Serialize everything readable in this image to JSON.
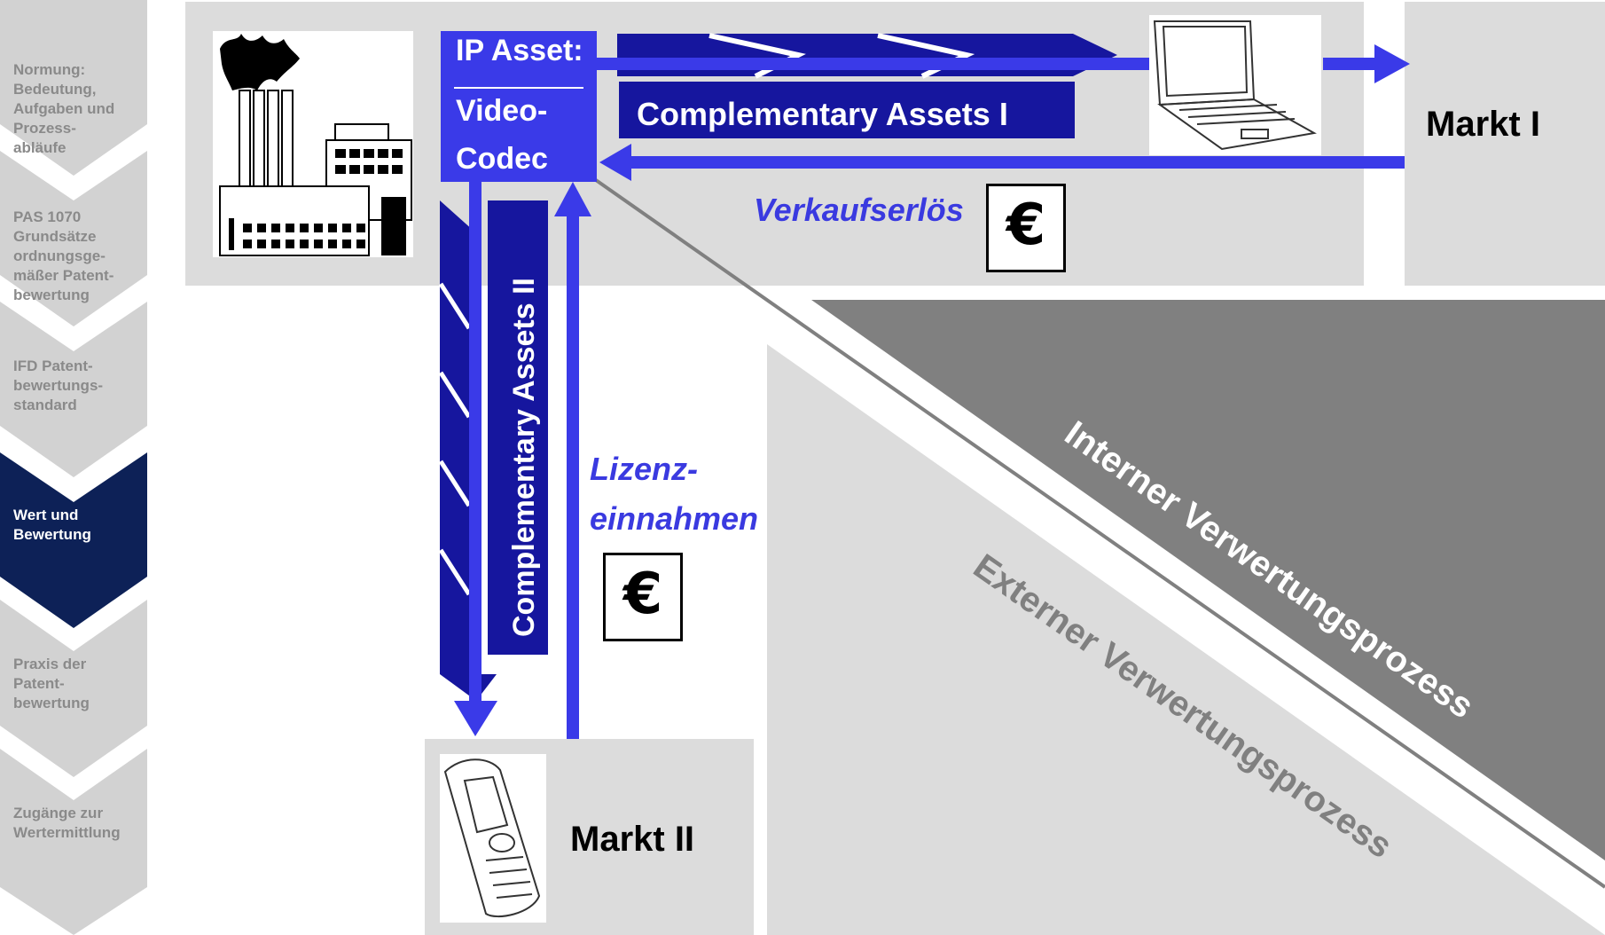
{
  "sidebar": {
    "items": [
      {
        "label": "Normung:\nBedeutung,\nAufgaben und\nProzess-\nabläufe",
        "active": false
      },
      {
        "label": "PAS 1070\nGrundsätze\nordnungsge-\nmäßer Patent-\nbewertung",
        "active": false
      },
      {
        "label": "IFD Patent-\nbewertungs-\nstandard",
        "active": false
      },
      {
        "label": "Wert und\nBewertung",
        "active": true
      },
      {
        "label": "Praxis der\nPatent-\nbewertung",
        "active": false
      },
      {
        "label": "Zugänge zur\nWertermittlung",
        "active": false
      }
    ]
  },
  "ip_asset": {
    "title": "IP Asset:",
    "line1": "Video-",
    "line2": "Codec"
  },
  "complementary_1": "Complementary Assets I",
  "complementary_2": "Complementary Assets II",
  "markt_1": "Markt I",
  "markt_2": "Markt II",
  "verkaufserloes": "Verkaufserlös",
  "lizenz": {
    "line1": "Lizenz-",
    "line2": "einnahmen"
  },
  "currency_symbol": "€",
  "intern": "Interner Verwertungsprozess",
  "extern": "Externer Verwertungsprozess",
  "icons": [
    "factory-icon",
    "laptop-icon",
    "mobile-phone-icon",
    "euro-icon"
  ],
  "colors": {
    "blue": "#3a3ae8",
    "dark_blue": "#16169e",
    "navy_active": "#0d2157",
    "light_grey": "#dcdcdc",
    "dark_grey": "#808080",
    "nav_grey": "#d2d2d2"
  }
}
